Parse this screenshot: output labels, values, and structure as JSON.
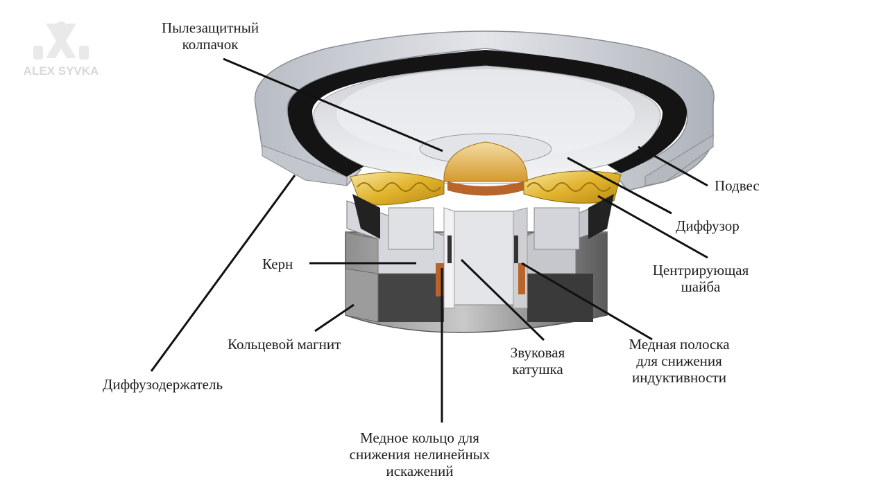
{
  "watermark": {
    "text": "ALEX SYVKA"
  },
  "labels": {
    "dust_cap": [
      "Пылезащитный",
      "колпачок"
    ],
    "surround": "Подвес",
    "cone": "Диффузор",
    "spider": [
      "Центрирующая",
      "шайба"
    ],
    "pole": "Керн",
    "ring_magnet": "Кольцевой магнит",
    "basket": "Диффузодержатель",
    "voice_coil": [
      "Звуковая",
      "катушка"
    ],
    "copper_strip": [
      "Медная полоска",
      "для снижения",
      "индуктивности"
    ],
    "copper_ring": [
      "Медное кольцо для",
      "снижения нелинейных",
      "искажений"
    ]
  },
  "colors": {
    "background": "#ffffff",
    "label_text": "#1d1d1d",
    "leader_line": "#111111",
    "surround": "#141414",
    "frame": "#c9ccd2",
    "cone": "#e9eaed",
    "spider_gold": "#e8c23a",
    "dust_cap_gold": "#e6b84a",
    "copper": "#b8642a",
    "magnet_grey": "#9a9a9a",
    "magnet_dark": "#3a3a3a"
  }
}
